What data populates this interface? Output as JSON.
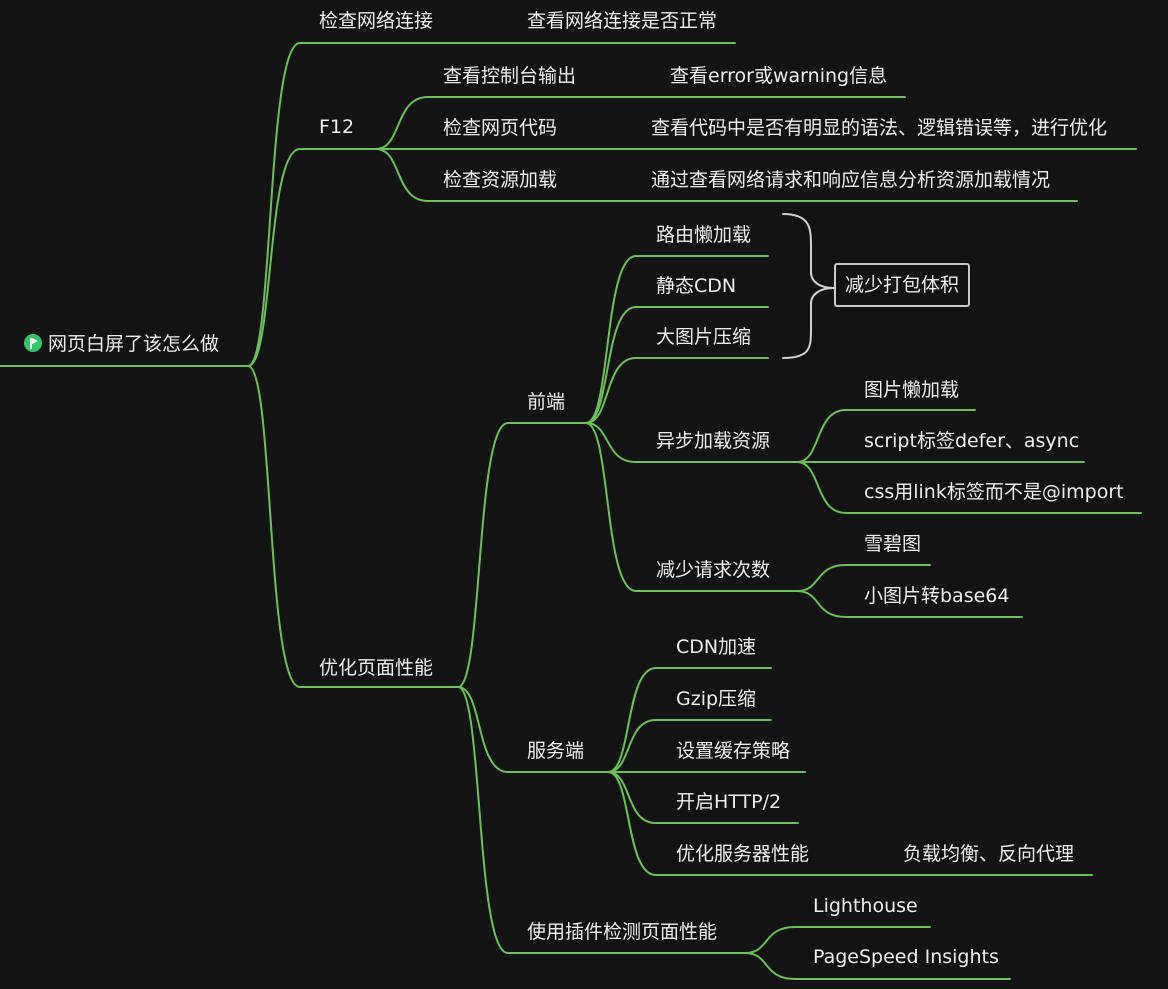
{
  "root": {
    "label": "网页白屏了该怎么做",
    "icon": "flag-icon",
    "color": "#34c46a"
  },
  "line_color": "#6cbf5a",
  "branches": {
    "network": {
      "label": "检查网络连接",
      "detail": "查看网络连接是否正常"
    },
    "f12": {
      "label": "F12",
      "items": [
        {
          "label": "查看控制台输出",
          "detail": "查看error或warning信息"
        },
        {
          "label": "检查网页代码",
          "detail": "查看代码中是否有明显的语法、逻辑错误等，进行优化"
        },
        {
          "label": "检查资源加载",
          "detail": "通过查看网络请求和响应信息分析资源加载情况"
        }
      ]
    },
    "optimize": {
      "label": "优化页面性能",
      "frontend": {
        "label": "前端",
        "items": [
          "路由懒加载",
          "静态CDN",
          "大图片压缩"
        ],
        "summary": "减少打包体积",
        "async": {
          "label": "异步加载资源",
          "items": [
            "图片懒加载",
            "script标签defer、async",
            "css用link标签而不是@import"
          ]
        },
        "requests": {
          "label": "减少请求次数",
          "items": [
            "雪碧图",
            "小图片转base64"
          ]
        }
      },
      "server": {
        "label": "服务端",
        "items": [
          "CDN加速",
          "Gzip压缩",
          "设置缓存策略",
          "开启HTTP/2"
        ],
        "perf": {
          "label": "优化服务器性能",
          "detail": "负载均衡、反向代理"
        }
      },
      "plugins": {
        "label": "使用插件检测页面性能",
        "items": [
          "Lighthouse",
          "PageSpeed Insights"
        ]
      }
    }
  }
}
